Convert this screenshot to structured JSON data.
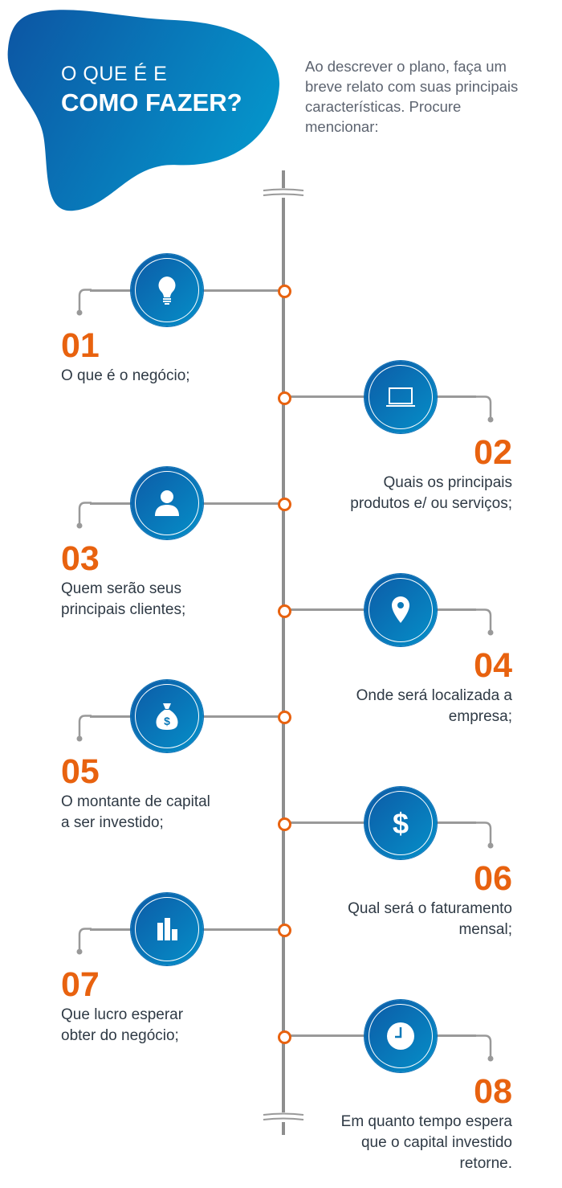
{
  "header": {
    "title_line1": "O QUE É E",
    "title_line2": "COMO FAZER?",
    "intro": "Ao descrever o plano, faça um breve relato com suas principais características. Procure mencionar:"
  },
  "colors": {
    "accent": "#e8620f",
    "blue": "#0d5aa6",
    "text": "#2f3a45"
  },
  "steps": [
    {
      "number": "01",
      "text": "O que é o negócio;",
      "icon": "lightbulb-icon"
    },
    {
      "number": "02",
      "text": "Quais os principais produtos e/ ou serviços;",
      "icon": "laptop-icon"
    },
    {
      "number": "03",
      "text": "Quem serão seus principais clientes;",
      "icon": "user-icon"
    },
    {
      "number": "04",
      "text": "Onde será localizada a empresa;",
      "icon": "map-pin-icon"
    },
    {
      "number": "05",
      "text": "O montante de capital a ser investido;",
      "icon": "money-bag-icon"
    },
    {
      "number": "06",
      "text": "Qual será o faturamento mensal;",
      "icon": "dollar-icon"
    },
    {
      "number": "07",
      "text": "Que lucro esperar obter do negócio;",
      "icon": "bar-chart-icon"
    },
    {
      "number": "08",
      "text": "Em quanto tempo espera que o capital investido retorne.",
      "icon": "clock-icon"
    }
  ]
}
